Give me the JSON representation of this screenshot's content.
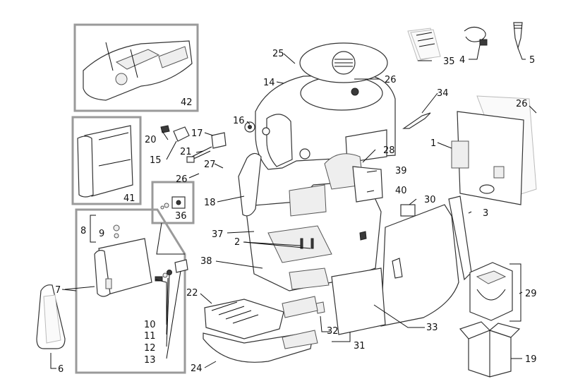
{
  "diagram": {
    "labels": {
      "p1": "1",
      "p2": "2",
      "p3": "3",
      "p4": "4",
      "p5": "5",
      "p6": "6",
      "p7": "7",
      "p8": "8",
      "p9": "9",
      "p10": "10",
      "p11": "11",
      "p12": "12",
      "p13": "13",
      "p14": "14",
      "p15": "15",
      "p16": "16",
      "p17": "17",
      "p18": "18",
      "p19": "19",
      "p20": "20",
      "p21": "21",
      "p22": "22",
      "p24": "24",
      "p25": "25",
      "p26a": "26",
      "p26b": "26",
      "p26c": "26",
      "p27": "27",
      "p28": "28",
      "p29": "29",
      "p30": "30",
      "p31": "31",
      "p32": "32",
      "p33": "33",
      "p34": "34",
      "p35": "35",
      "p36": "36",
      "p37": "37",
      "p38": "38",
      "p39": "39",
      "p40": "40",
      "p41": "41",
      "p42": "42"
    }
  }
}
